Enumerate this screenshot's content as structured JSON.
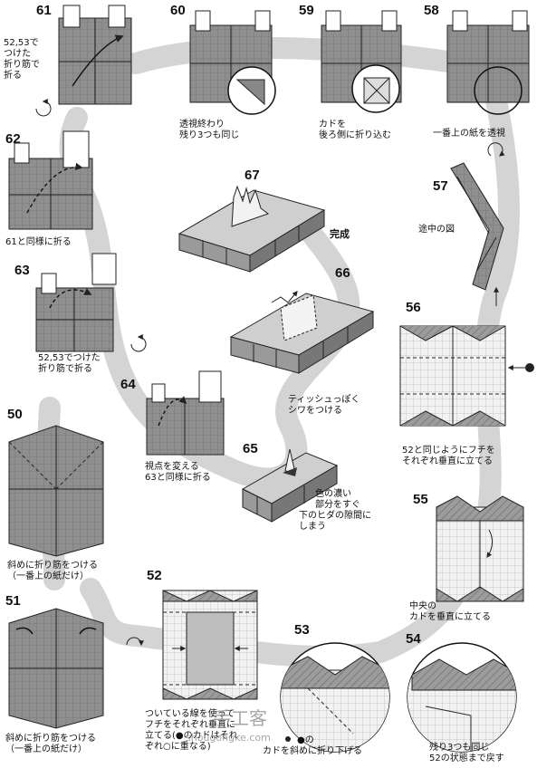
{
  "steps": [
    {
      "num": "61",
      "caption": [
        "52,53で",
        "つけた",
        "折り筋で",
        "折る"
      ]
    },
    {
      "num": "60",
      "caption": [
        "透視終わり",
        "残り3つも同じ"
      ]
    },
    {
      "num": "59",
      "caption": [
        "カドを",
        "後ろ側に折り込む"
      ]
    },
    {
      "num": "58",
      "caption": [
        "一番上の紙を透視"
      ]
    },
    {
      "num": "62",
      "caption": [
        "61と同様に折る"
      ]
    },
    {
      "num": "67",
      "caption": [
        "完成"
      ]
    },
    {
      "num": "57",
      "caption": [
        "途中の図"
      ]
    },
    {
      "num": "63",
      "caption": [
        "52,53でつけた",
        "折り筋で折る"
      ]
    },
    {
      "num": "66",
      "caption": [
        "ティッシュっぽく",
        "シワをつける"
      ]
    },
    {
      "num": "56",
      "caption": [
        "52と同じようにフチを",
        "それぞれ垂直に立てる"
      ]
    },
    {
      "num": "64",
      "caption": [
        "視点を変える",
        "63と同様に折る"
      ]
    },
    {
      "num": "65",
      "caption": [
        "色の濃い",
        "部分をすぐ",
        "下のヒダの隙間に",
        "しまう"
      ]
    },
    {
      "num": "50",
      "caption": [
        "斜めに折り筋をつける",
        "（一番上の紙だけ）"
      ]
    },
    {
      "num": "55",
      "caption": [
        "中央の",
        "カドを垂直に立てる"
      ]
    },
    {
      "num": "52",
      "caption": [
        "ついている線を使って",
        "フチをそれぞれ垂直に",
        "立てる(●のカドはそれ",
        "ぞれ○に重なる)"
      ]
    },
    {
      "num": "53",
      "caption": [
        "●の",
        "カドを斜めに折り下げる"
      ]
    },
    {
      "num": "51",
      "caption": [
        "斜めに折り筋をつける",
        "（一番上の紙だけ）"
      ]
    },
    {
      "num": "54",
      "caption": [
        "残り3つも同じ",
        "52の状態まで戻す"
      ]
    }
  ],
  "watermark": {
    "logo": "手工客",
    "url": "shougongke.com"
  }
}
